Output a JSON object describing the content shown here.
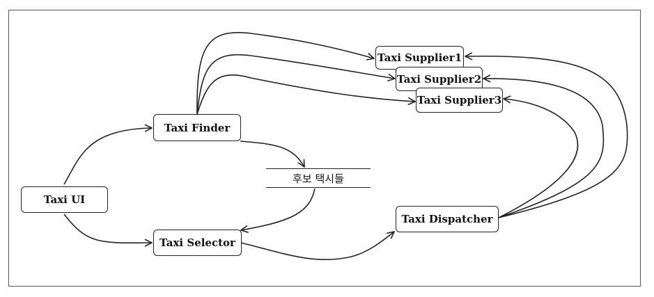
{
  "nodes": {
    "taxi_ui": "Taxi UI",
    "taxi_finder": "Taxi Finder",
    "taxi_selector": "Taxi Selector",
    "taxi_dispatcher": "Taxi Dispatcher",
    "supplier1": "Taxi Supplier1",
    "supplier2": "Taxi Supplier2",
    "supplier3": "Taxi Supplier3"
  },
  "data_store": {
    "label": "후보 택시들"
  },
  "colors": {
    "stroke": "#222222",
    "frame": "#555555",
    "background": "#ffffff"
  }
}
